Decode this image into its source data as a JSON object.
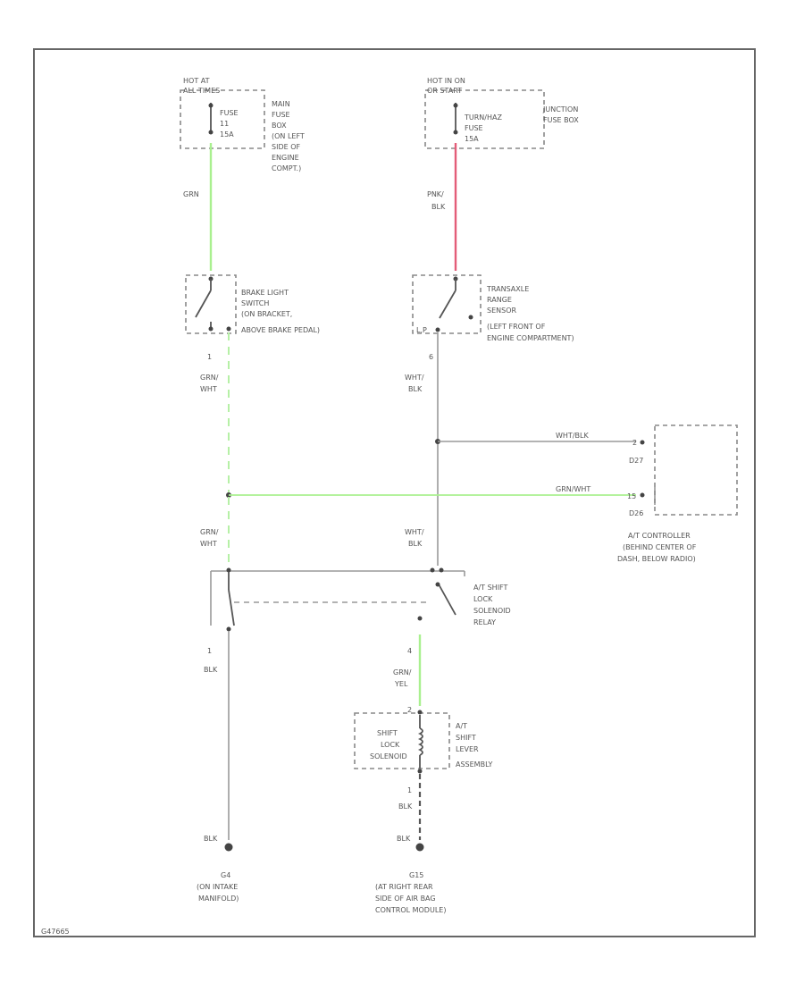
{
  "figure_id": "G47665",
  "colors": {
    "wire_green": "#a9f08f",
    "wire_red": "#e35d78",
    "wire_gray": "#9a9a9a",
    "frame": "#666666",
    "text": "#555555"
  },
  "sources": {
    "left_header": [
      "HOT AT",
      "ALL TIMES"
    ],
    "left_fuse": [
      "FUSE",
      "11",
      "15A"
    ],
    "left_box": [
      "MAIN",
      "FUSE",
      "BOX",
      "(ON LEFT",
      "SIDE OF",
      "ENGINE",
      "COMPT.)"
    ],
    "right_header": [
      "HOT IN ON",
      "OR START"
    ],
    "right_fuse": [
      "TURN/HAZ",
      "FUSE",
      "15A"
    ],
    "right_box": [
      "JUNCTION",
      "FUSE BOX"
    ]
  },
  "wires": {
    "grn_top": "GRN",
    "pnk_blk": [
      "PNK/",
      "BLK"
    ],
    "grn_wht_upper": [
      "GRN/",
      "WHT"
    ],
    "wht_blk_upper": [
      "WHT/",
      "BLK"
    ],
    "wht_blk_horizontal": "WHT/BLK",
    "grn_wht_horizontal": "GRN/WHT",
    "grn_wht_lower": [
      "GRN/",
      "WHT"
    ],
    "wht_blk_lower": [
      "WHT/",
      "BLK"
    ],
    "blk_left": "BLK",
    "grn_yel": [
      "GRN/",
      "YEL"
    ],
    "blk_right_upper": "BLK",
    "blk_left_ground": "BLK",
    "blk_right_ground": "BLK"
  },
  "components": {
    "brake_switch": [
      "BRAKE LIGHT",
      "SWITCH",
      "(ON BRACKET,",
      "ABOVE BRAKE PEDAL)"
    ],
    "brake_pin": "1",
    "transaxle_sensor": [
      "TRANSAXLE",
      "RANGE",
      "SENSOR",
      "(LEFT FRONT OF",
      "ENGINE COMPARTMENT)"
    ],
    "transaxle_pins": [
      "L,P",
      "6"
    ],
    "controller": [
      "A/T CONTROLLER",
      "(BEHIND CENTER OF",
      "DASH, BELOW RADIO)"
    ],
    "controller_pins": [
      "D27",
      "D26"
    ],
    "controller_pin_numbers": [
      "2",
      "15"
    ],
    "relay": [
      "A/T SHIFT",
      "LOCK",
      "SOLENOID",
      "RELAY"
    ],
    "relay_pins": [
      "1",
      "4"
    ],
    "shift_lock": [
      "SHIFT",
      "LOCK",
      "SOLENOID"
    ],
    "shift_lever": [
      "A/T",
      "SHIFT",
      "LEVER",
      "ASSEMBLY"
    ],
    "shift_pins": [
      "2",
      "1"
    ]
  },
  "grounds": {
    "left": [
      "G4",
      "(ON INTAKE",
      "MANIFOLD)"
    ],
    "right": [
      "G15",
      "(AT RIGHT REAR",
      "SIDE OF AIR BAG",
      "CONTROL MODULE)"
    ]
  }
}
